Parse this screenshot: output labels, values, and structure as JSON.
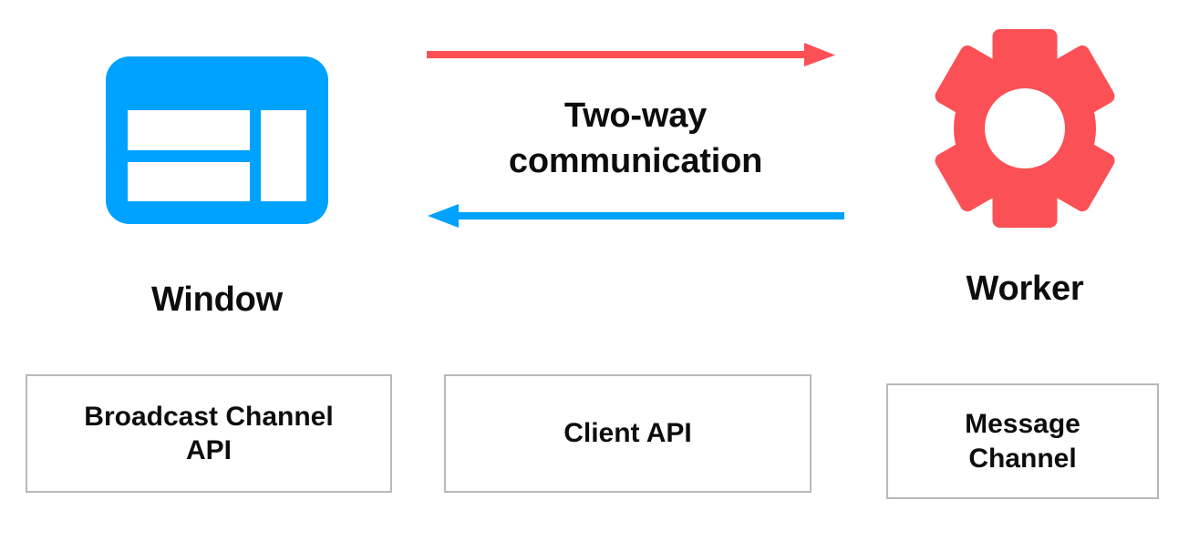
{
  "colors": {
    "blue": "#00a2ff",
    "red": "#fb5055",
    "text": "#0d0d0d",
    "box_border": "#b9b9b9",
    "background": "#ffffff"
  },
  "diagram": {
    "nodes": [
      {
        "id": "window",
        "label": "Window",
        "icon": "browser-window-icon",
        "color": "#00a2ff"
      },
      {
        "id": "worker",
        "label": "Worker",
        "icon": "gear-icon",
        "color": "#fb5055"
      }
    ],
    "connector": {
      "caption_line1": "Two-way",
      "caption_line2": "communication",
      "arrows": [
        {
          "id": "window-to-worker",
          "direction": "right",
          "color": "#fb5055"
        },
        {
          "id": "worker-to-window",
          "direction": "left",
          "color": "#00a2ff"
        }
      ]
    },
    "api_boxes": [
      {
        "id": "broadcast-channel-api",
        "line1": "Broadcast Channel",
        "line2": "API"
      },
      {
        "id": "client-api",
        "line1": "Client API",
        "line2": ""
      },
      {
        "id": "message-channel",
        "line1": "Message",
        "line2": "Channel"
      }
    ]
  }
}
